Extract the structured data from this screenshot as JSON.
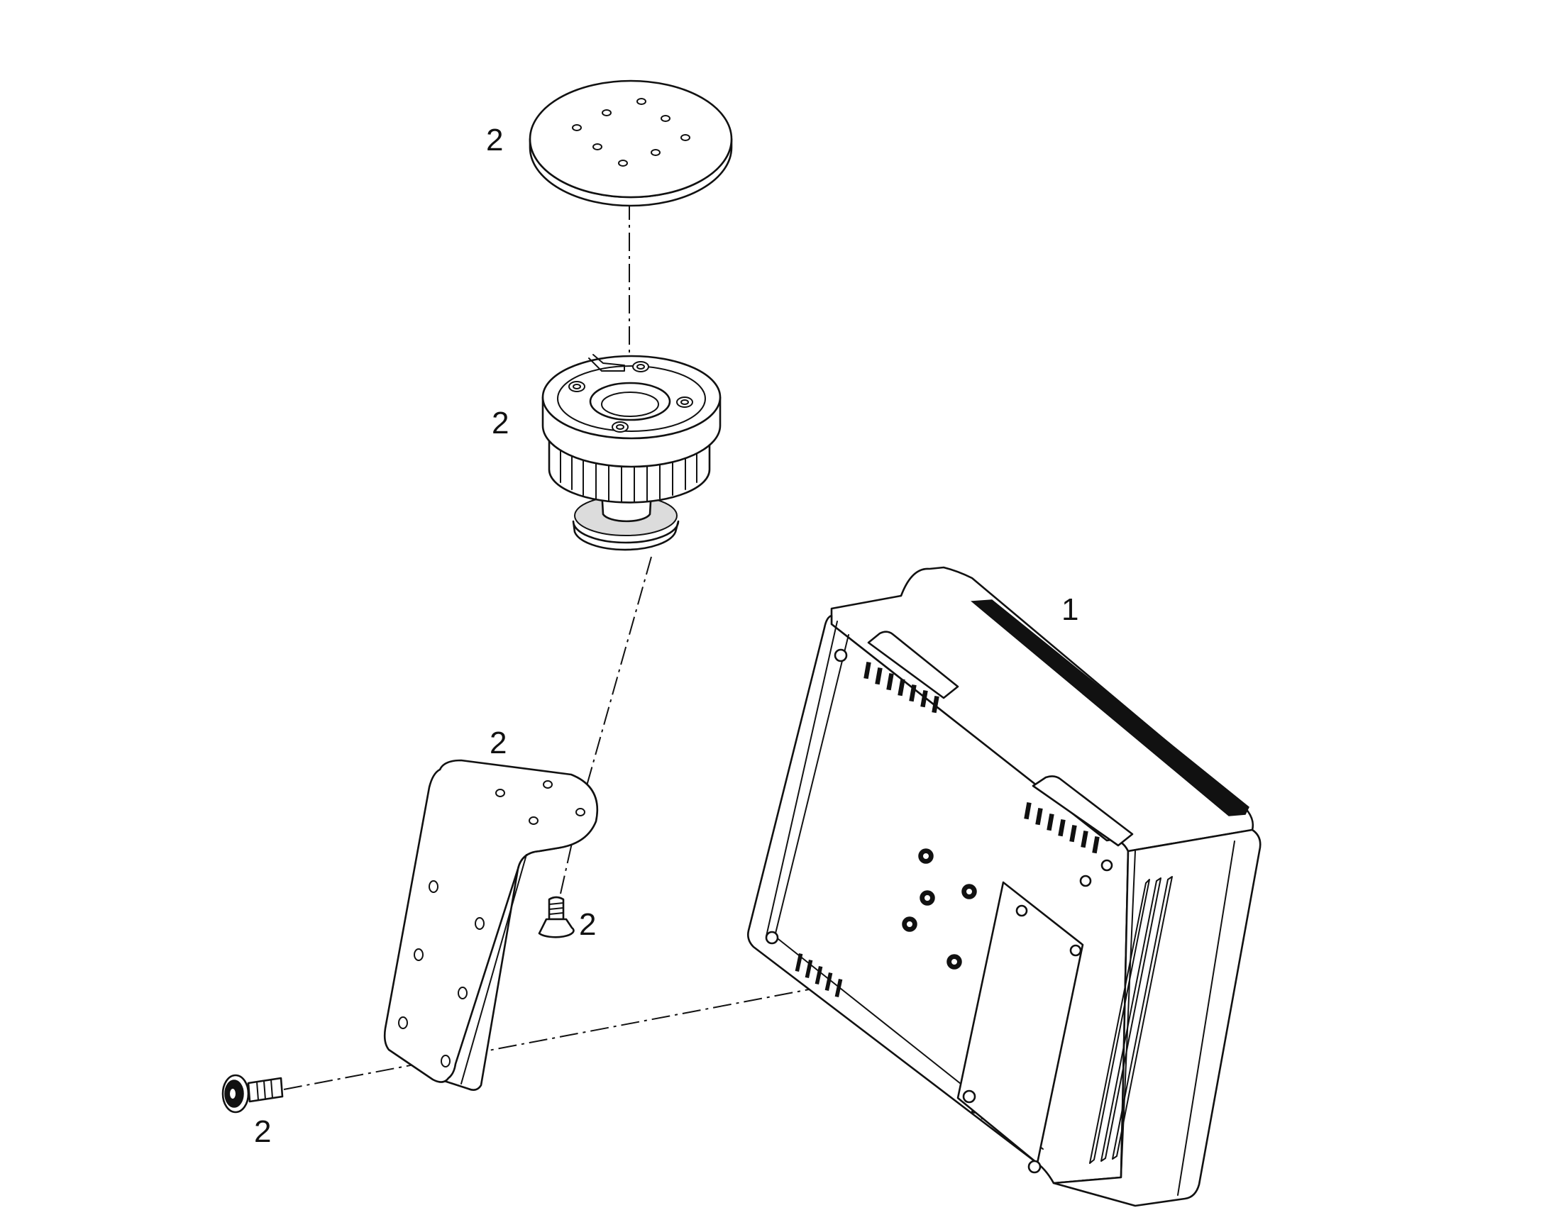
{
  "callouts": {
    "adhesive_pad": "2",
    "ball_socket_mount": "2",
    "bracket": "2",
    "flat_head_screw": "2",
    "bolt_with_washer": "2",
    "display_unit": "1"
  },
  "colors": {
    "line": "#111111",
    "background": "#ffffff"
  }
}
